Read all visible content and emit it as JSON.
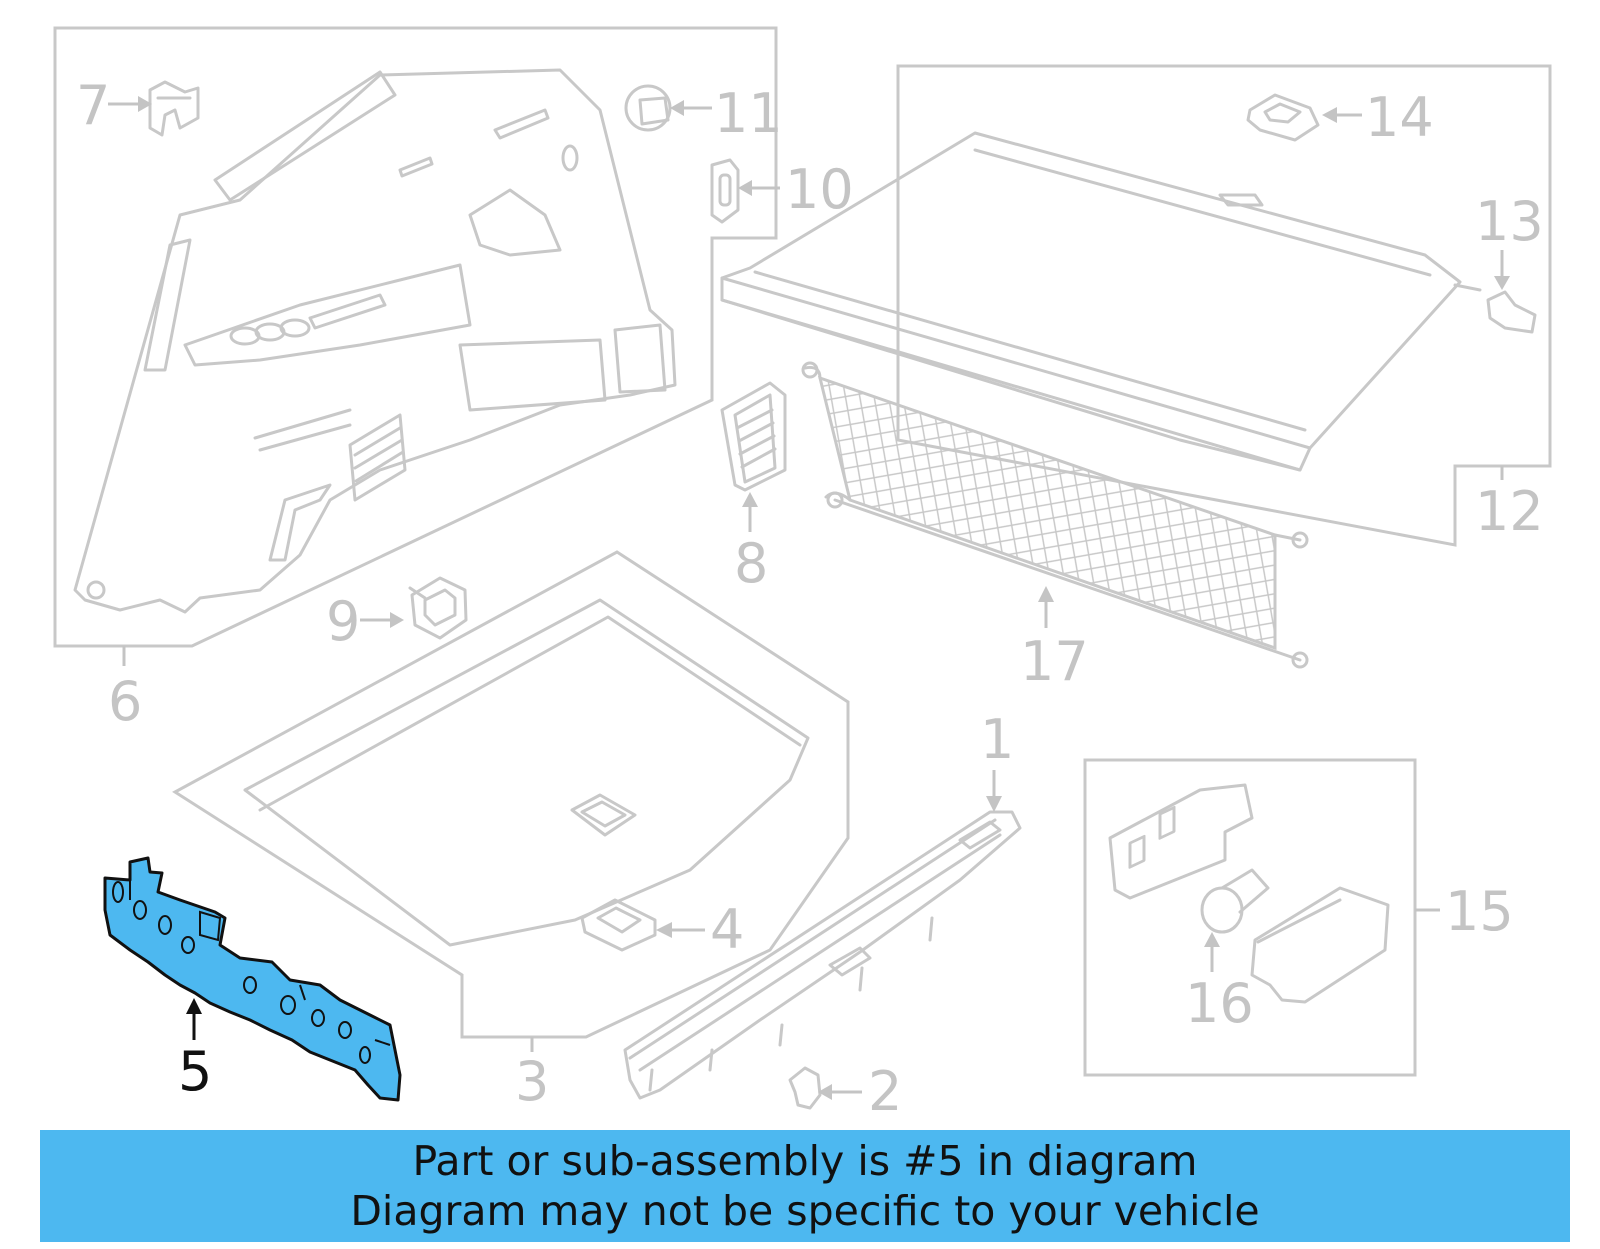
{
  "diagram": {
    "highlighted_part": "5",
    "callouts": [
      {
        "id": "1",
        "label": "1"
      },
      {
        "id": "2",
        "label": "2"
      },
      {
        "id": "3",
        "label": "3"
      },
      {
        "id": "4",
        "label": "4"
      },
      {
        "id": "5",
        "label": "5"
      },
      {
        "id": "6",
        "label": "6"
      },
      {
        "id": "7",
        "label": "7"
      },
      {
        "id": "8",
        "label": "8"
      },
      {
        "id": "9",
        "label": "9"
      },
      {
        "id": "10",
        "label": "10"
      },
      {
        "id": "11",
        "label": "11"
      },
      {
        "id": "12",
        "label": "12"
      },
      {
        "id": "13",
        "label": "13"
      },
      {
        "id": "14",
        "label": "14"
      },
      {
        "id": "15",
        "label": "15"
      },
      {
        "id": "16",
        "label": "16"
      },
      {
        "id": "17",
        "label": "17"
      }
    ]
  },
  "banner": {
    "line1": "Part or sub-assembly is #5 in diagram",
    "line2": "Diagram may not be specific to your vehicle"
  },
  "colors": {
    "highlight": "#4db8f0",
    "banner": "#4db8f0",
    "outline": "#c8c8c8"
  }
}
